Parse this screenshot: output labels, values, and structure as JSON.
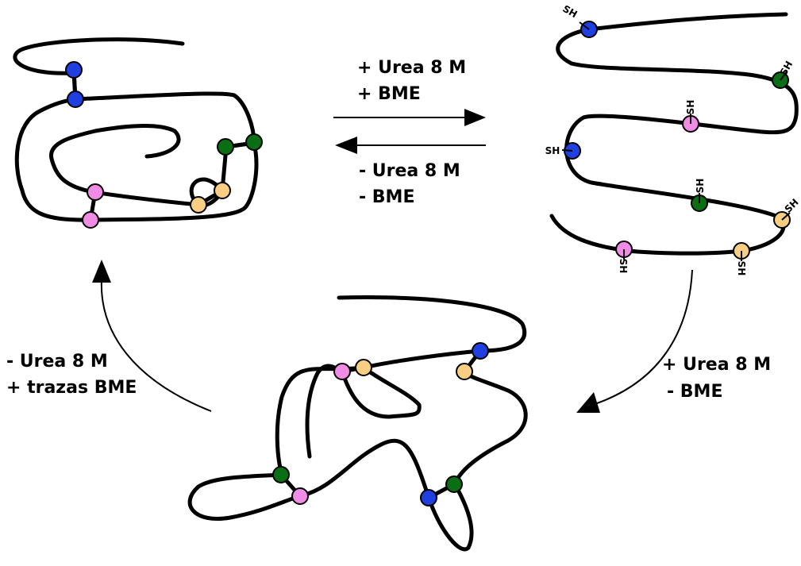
{
  "colors": {
    "chain": "#000000",
    "cys_blue": "#1f3fe0",
    "cys_green": "#0a6e14",
    "cys_pink": "#f08ce6",
    "cys_orange": "#f8cf82"
  },
  "thiol_label": "SH",
  "conditions": {
    "denature": [
      "+ Urea 8 M",
      "+ BME"
    ],
    "renature": [
      "- Urea 8 M",
      "- BME"
    ],
    "oxidize": [
      "+ Urea 8 M",
      "- BME"
    ],
    "reshuffle": [
      "- Urea 8 M",
      "+ trazas BME"
    ]
  },
  "states": {
    "native": "native-folded-protein",
    "reduced": "reduced-unfolded-protein",
    "scrambled": "scrambled-disulfide-protein"
  }
}
